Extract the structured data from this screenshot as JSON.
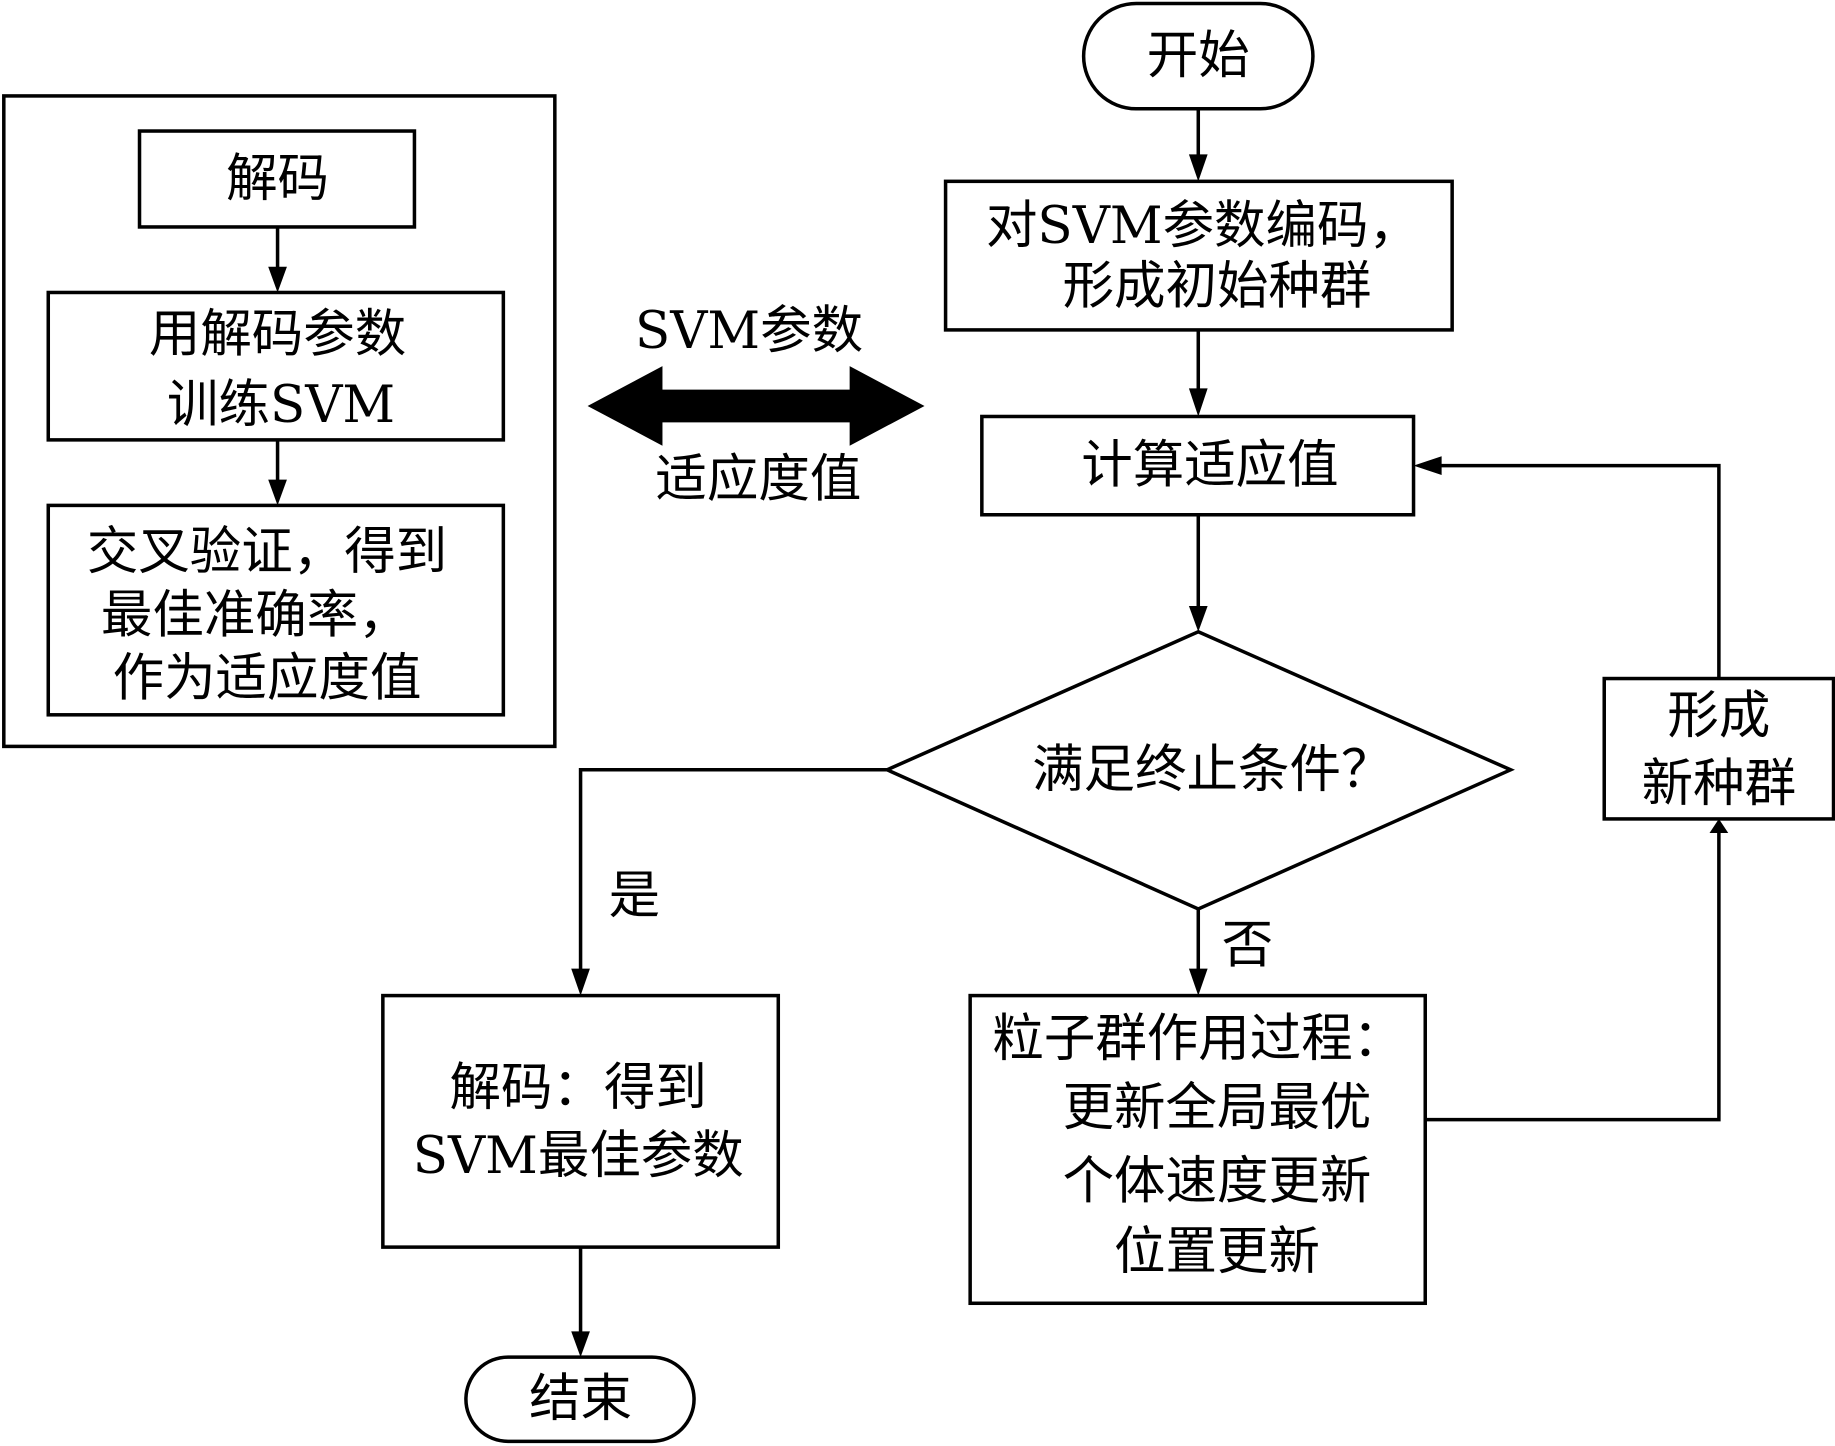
{
  "diagram": {
    "type": "flowchart",
    "left_panel": {
      "decode": "解码",
      "train": [
        "用解码参数",
        "训练SVM"
      ],
      "validate": [
        "交叉验证，得到",
        "最佳准确率，",
        "作为适应度值"
      ]
    },
    "exchange": {
      "top_label": "SVM参数",
      "bottom_label": "适应度值"
    },
    "start": "开始",
    "encode": [
      "对SVM参数编码，",
      "形成初始种群"
    ],
    "fitness": "计算适应值",
    "decision": "满足终止条件？",
    "yes_label": "是",
    "no_label": "否",
    "result": [
      "解码：得到",
      "SVM最佳参数"
    ],
    "end": "结束",
    "pso": [
      "粒子群作用过程：",
      "更新全局最优",
      "个体速度更新",
      "位置更新"
    ],
    "new_pop": [
      "形成",
      "新种群"
    ]
  }
}
